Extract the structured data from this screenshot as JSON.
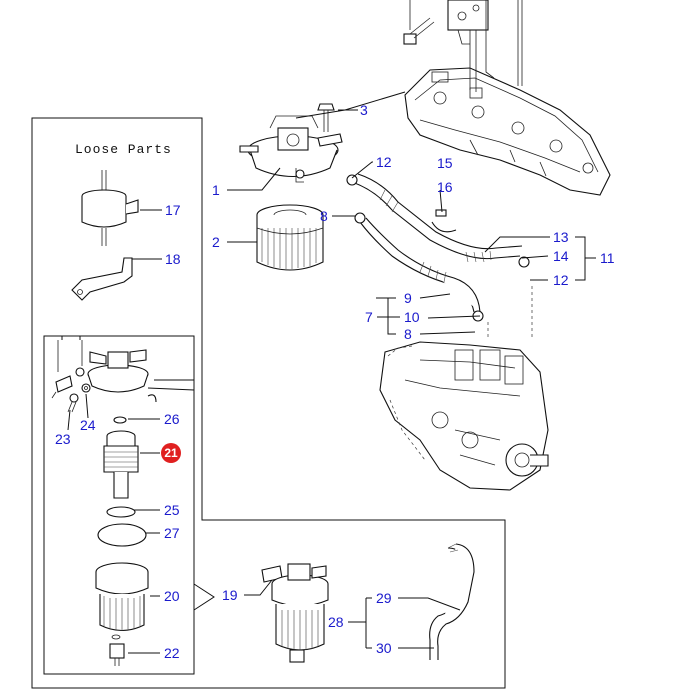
{
  "loose_parts": {
    "title": "Loose Parts"
  },
  "highlight_color": "#e02020",
  "link_color": "#1a1acc",
  "callouts": {
    "c1": "1",
    "c2": "2",
    "c3": "3",
    "c7": "7",
    "c8a": "8",
    "c8b": "8",
    "c9": "9",
    "c10": "10",
    "c11": "11",
    "c12a": "12",
    "c12b": "12",
    "c13": "13",
    "c14": "14",
    "c15": "15",
    "c16": "16",
    "c17": "17",
    "c18": "18",
    "c19": "19",
    "c20": "20",
    "c21": "21",
    "c22": "22",
    "c23": "23",
    "c24": "24",
    "c25": "25",
    "c26": "26",
    "c27": "27",
    "c28": "28",
    "c29": "29",
    "c30": "30"
  }
}
